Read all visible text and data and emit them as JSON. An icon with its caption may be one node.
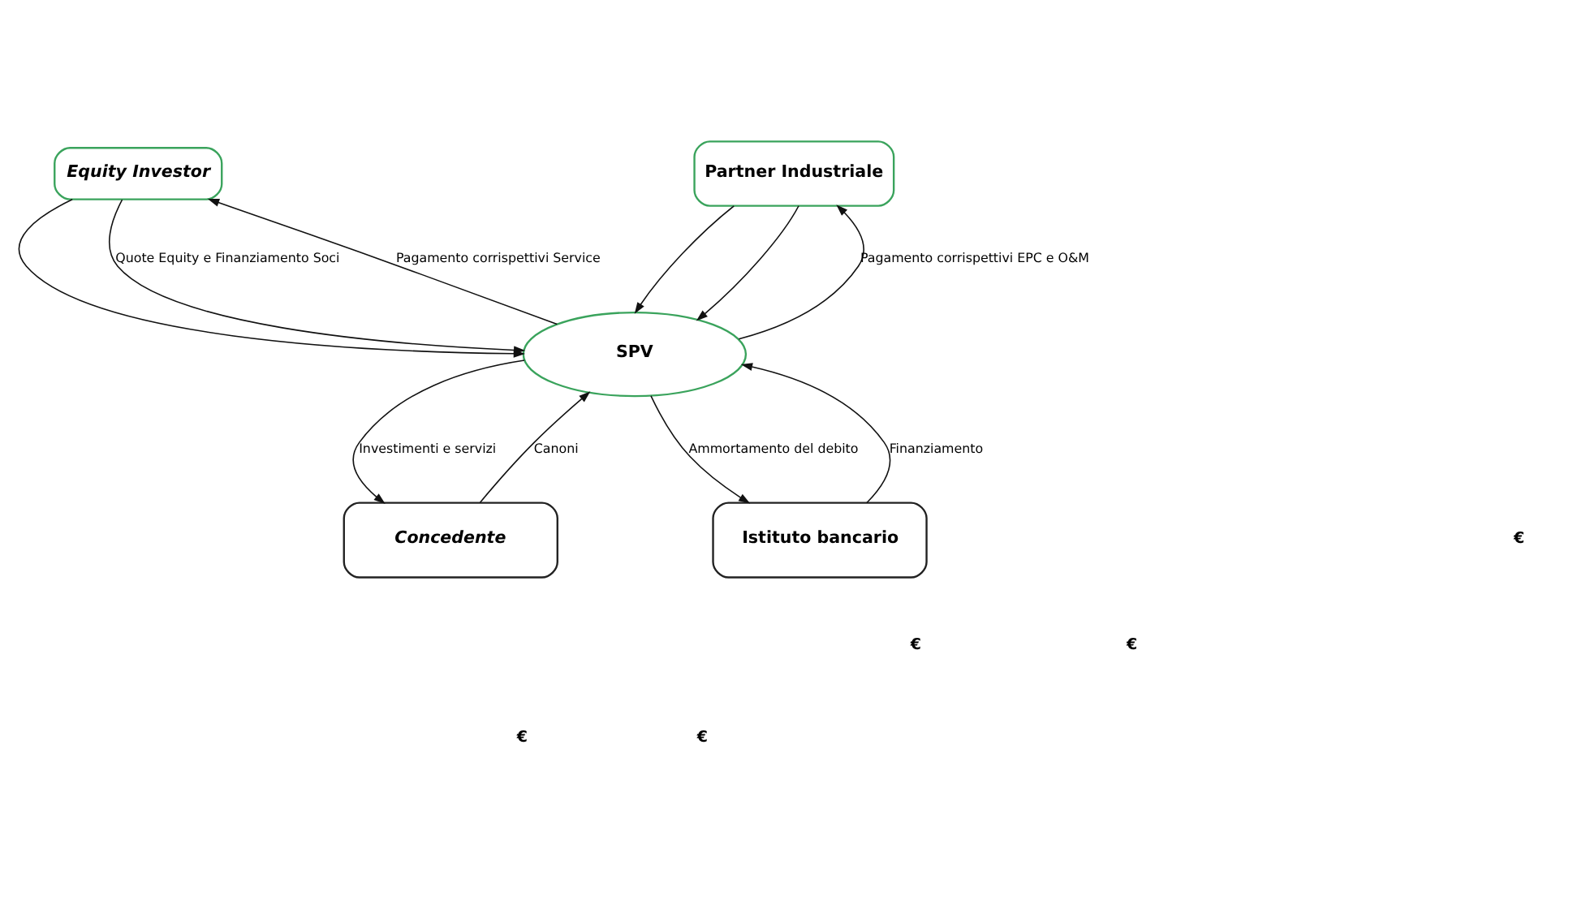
{
  "diagram": {
    "nodes": [
      {
        "text": [
          "Equity Investor"
        ]
      },
      {
        "text": [
          "Partner Industriale"
        ]
      },
      {
        "text": [
          "SPV"
        ]
      },
      {
        "text": [
          "Concedente"
        ]
      },
      {
        "text": [
          "Istituto bancario"
        ]
      }
    ],
    "edges": [
      {
        "from": 0,
        "to": 2,
        "arrow": "to"
      },
      {
        "from": 0,
        "to": 2,
        "arrow": "to",
        "label": "Quote Equity e Finanziamento Soci"
      },
      {
        "from": 1,
        "to": 2,
        "arrow": "to"
      },
      {
        "from": 1,
        "to": 2,
        "arrow": "to"
      },
      {
        "from": 2,
        "to": 0,
        "arrow": "to",
        "label": "Pagamento corrispettivi Service"
      },
      {
        "from": 2,
        "to": 1,
        "arrow": "to",
        "label": "Pagamento corrispettivi EPC e O&M"
      },
      {
        "from": 3,
        "to": 2,
        "arrow": "to",
        "label": "Canoni"
      },
      {
        "from": 2,
        "to": 3,
        "arrow": "to",
        "label": "Investimenti e servizi"
      },
      {
        "from": 4,
        "to": 2,
        "arrow": "to",
        "label": "Finanziamento"
      },
      {
        "from": 2,
        "to": 4,
        "arrow": "to",
        "label": "Ammortamento del debito"
      }
    ],
    "labels": [
      "€",
      "€",
      "€",
      "€",
      "€"
    ]
  }
}
